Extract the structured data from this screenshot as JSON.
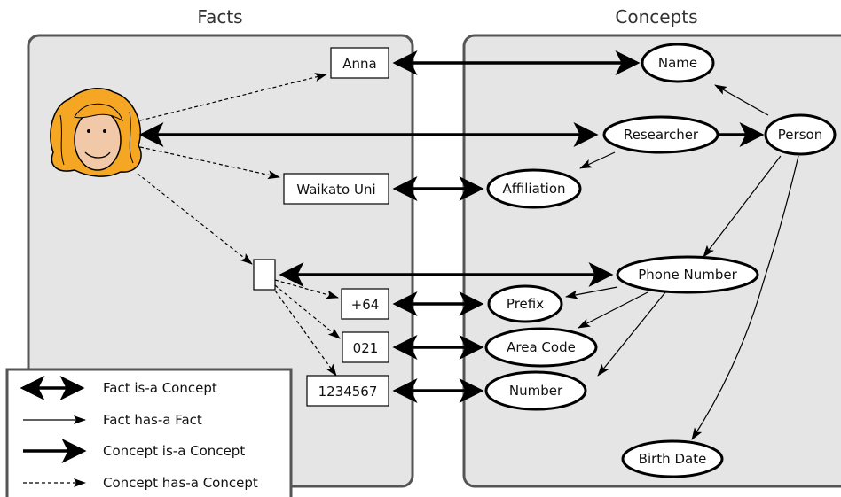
{
  "panels": {
    "facts_title": "Facts",
    "concepts_title": "Concepts"
  },
  "facts": {
    "anna": "Anna",
    "waikato": "Waikato Uni",
    "plus64": "+64",
    "code021": "021",
    "num1234567": "1234567"
  },
  "concepts": {
    "name": "Name",
    "researcher": "Researcher",
    "person": "Person",
    "affiliation": "Affiliation",
    "phone_number": "Phone Number",
    "prefix": "Prefix",
    "area_code": "Area Code",
    "number": "Number",
    "birth_date": "Birth Date"
  },
  "legend": {
    "fact_isa_concept": "Fact is-a Concept",
    "fact_hasa_fact": "Fact has-a Fact",
    "concept_isa_concept": "Concept is-a Concept",
    "concept_hasa_concept": "Concept has-a Concept"
  },
  "colors": {
    "panel_fill": "#e5e5e5",
    "panel_stroke": "#555555",
    "hair": "#f5a623",
    "skin": "#f2c9a8"
  }
}
